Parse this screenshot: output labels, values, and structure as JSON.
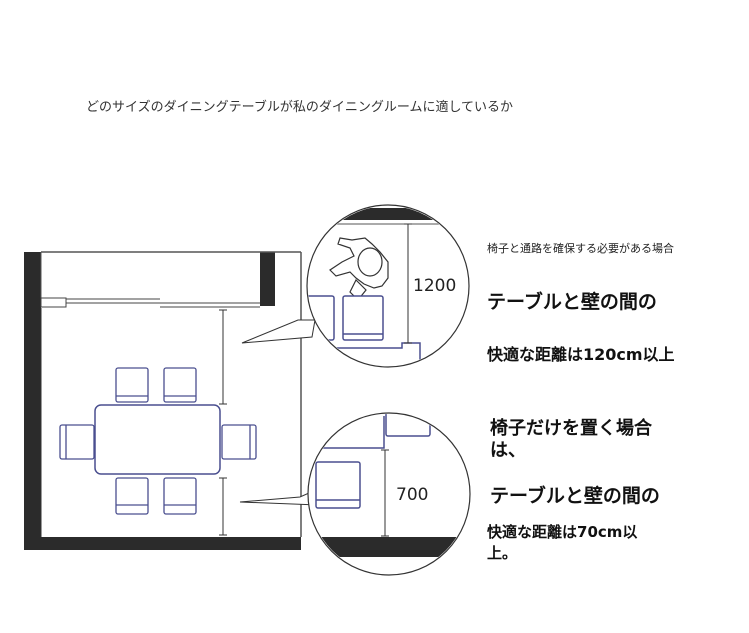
{
  "title": "どのサイズのダイニングテーブルが私のダイニングルームに適しているか",
  "callout_top": {
    "dimension_label": "1200",
    "small_caption": "椅子と通路を確保する必要がある場合",
    "heading": "テーブルと壁の間の",
    "body": "快適な距離は120cm以上"
  },
  "callout_bottom": {
    "dimension_label": "700",
    "heading_line1": "椅子だけを置く場合",
    "heading_line2": "は、",
    "heading": "テーブルと壁の間の",
    "body_line1": "快適な距離は70cm以",
    "body_line2": "上。"
  },
  "colors": {
    "wall": "#2b2b2b",
    "chair": "#4a4f8f",
    "line": "#333333"
  }
}
